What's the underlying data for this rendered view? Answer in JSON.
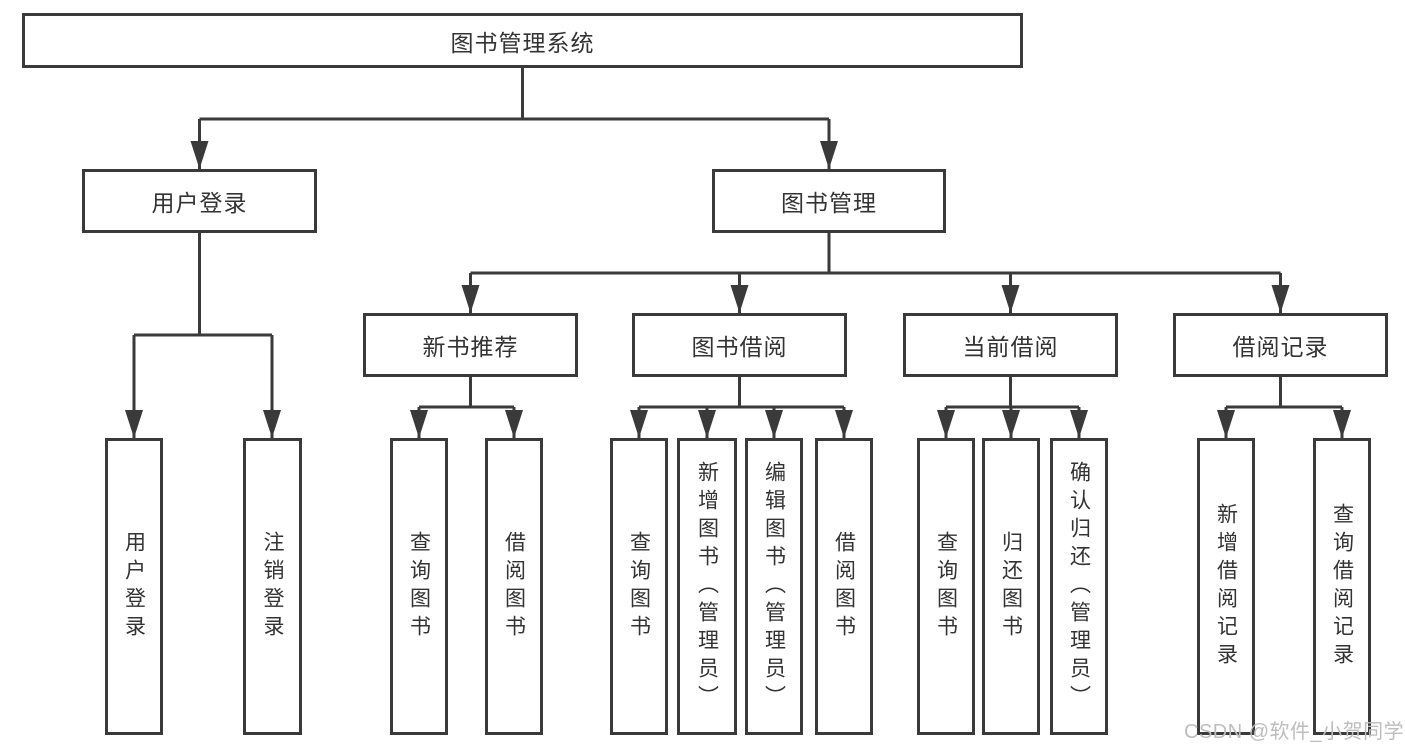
{
  "nodes": {
    "root": "图书管理系统",
    "level2": [
      "用户登录",
      "图书管理"
    ],
    "level3": [
      "新书推荐",
      "图书借阅",
      "当前借阅",
      "借阅记录"
    ],
    "leaves": [
      "用户登录",
      "注销登录",
      "查询图书",
      "借阅图书",
      "查询图书",
      "新增图书（管理员）",
      "编辑图书（管理员）",
      "借阅图书",
      "查询图书",
      "归还图书",
      "确认归还（管理员）",
      "新增借阅记录",
      "查询借阅记录"
    ]
  },
  "watermark": {
    "text": "CSDN @软件_小贺同学"
  },
  "colors": {
    "line": "#3a3a3a",
    "text": "#333333",
    "watermark": "#bdbdbd",
    "background": "#ffffff"
  }
}
